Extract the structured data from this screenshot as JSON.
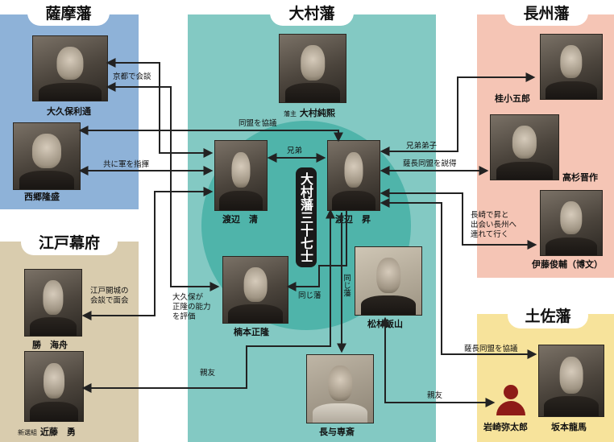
{
  "colors": {
    "satsuma": "#8eb2d8",
    "omura": "#83c9c3",
    "omura_circle": "#4fb4aa",
    "choshu": "#f5c5b5",
    "edo": "#d9ccae",
    "tosa": "#f7e39b",
    "iwasaki_icon": "#8e1b17"
  },
  "regions": {
    "satsuma": "薩摩藩",
    "omura": "大村藩",
    "choshu": "長州藩",
    "edo": "江戸幕府",
    "tosa": "土佐藩"
  },
  "omura_badge": "大村藩三十七士",
  "people": {
    "okubo": "大久保利通",
    "saigo": "西郷隆盛",
    "omura_lord_title": "藩主",
    "omura_lord": "大村純熙",
    "kiyoshi": "渡辺　清",
    "noboru": "渡辺　昇",
    "kusumoto": "楠本正隆",
    "matsubayashi": "松林飯山",
    "nagayo": "長与専斎",
    "katsura": "桂小五郎",
    "takasugi": "高杉晋作",
    "ito": "伊藤俊輔（博文）",
    "katsu": "勝　海舟",
    "kondo_title": "新選組",
    "kondo": "近藤　勇",
    "iwasaki": "岩崎弥太郎",
    "sakamoto": "坂本龍馬"
  },
  "relations": {
    "kyoto_meeting": "京都で会談",
    "alliance_talk": "同盟を協議",
    "brothers": "兄弟",
    "command": "共に軍を指揮",
    "senior_junior": "兄弟弟子",
    "persuade": "薩長同盟を説得",
    "nagasaki_1": "長崎で昇と",
    "nagasaki_2": "出会い長州へ",
    "nagasaki_3": "連れて行く",
    "edo_meeting_1": "江戸開城の",
    "edo_meeting_2": "会談で面会",
    "okubo_eval_1": "大久保が",
    "okubo_eval_2": "正隆の能力",
    "okubo_eval_3": "を評価",
    "same_han_1": "同じ藩",
    "same_han_2": "同じ藩",
    "satcho_talk": "薩長同盟を協議",
    "friend_1": "親友",
    "friend_2": "親友"
  }
}
